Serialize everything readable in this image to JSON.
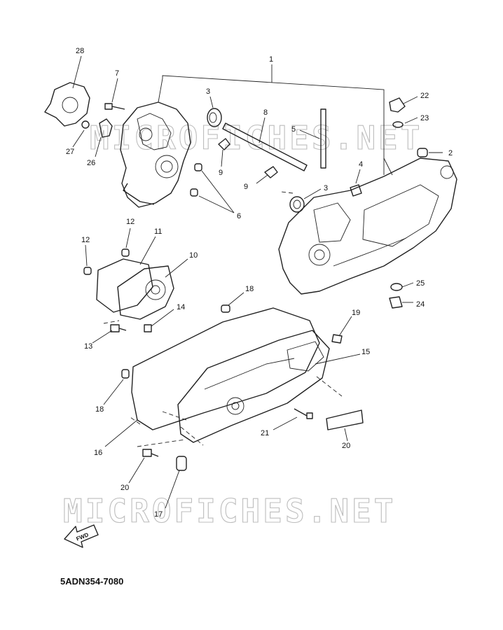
{
  "watermarks": [
    "MICROFICHES.NET",
    "MICROFICHES.NET"
  ],
  "diagram_code": "5ADN354-7080",
  "fwd_label": "FWD",
  "callouts": {
    "c1": "1",
    "c2": "2",
    "c3a": "3",
    "c3b": "3",
    "c4": "4",
    "c5": "5",
    "c6": "6",
    "c7": "7",
    "c8": "8",
    "c9a": "9",
    "c9b": "9",
    "c10": "10",
    "c11": "11",
    "c12a": "12",
    "c12b": "12",
    "c13": "13",
    "c14": "14",
    "c15": "15",
    "c16": "16",
    "c17": "17",
    "c18a": "18",
    "c18b": "18",
    "c19": "19",
    "c20a": "20",
    "c20b": "20",
    "c21": "21",
    "c22": "22",
    "c23": "23",
    "c24": "24",
    "c25": "25",
    "c26": "26",
    "c27": "27",
    "c28": "28"
  }
}
